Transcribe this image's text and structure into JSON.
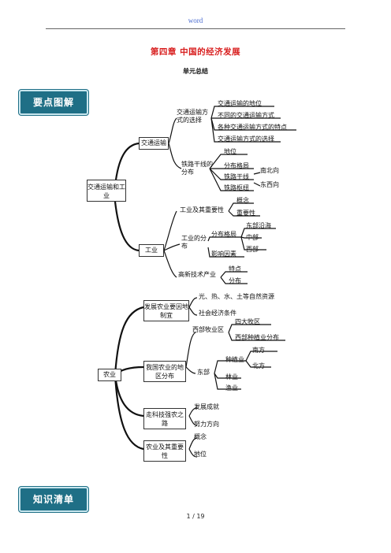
{
  "header": {
    "text": "word"
  },
  "title": "第四章 中国的经济发展",
  "subtitle": "单元总结",
  "section1": "要点图解",
  "section2": "知识清单",
  "map1": {
    "root": "交通运输和工业",
    "transport": "交通运输",
    "choice": "交通运输方式的选择",
    "choice_items": [
      "交通运输的地位",
      "不同的交通运输方式",
      "各种交通运输方式的特点",
      "交通运输方式的选择"
    ],
    "rail": "铁路干线的分布",
    "rail_pos": "地位",
    "rail_layout": "分布格局",
    "rail_lines": "铁路干线",
    "rail_hub": "铁路枢纽",
    "ns": "南北向",
    "ew": "东西向",
    "industry": "工业",
    "ind_importance": "工业及其重要性",
    "ind_concept": "概念",
    "ind_significance": "重要性",
    "ind_dist": "工业的分布",
    "ind_layout": "分布格局",
    "ind_east": "东部沿海",
    "ind_mid": "中部",
    "ind_west": "西部",
    "ind_factors": "影响因素",
    "hitech": "高新技术产业",
    "hitech_features": "特点",
    "hitech_dist": "分布"
  },
  "map2": {
    "root": "农业",
    "adapt": "发展农业要因地制宜",
    "nature": "光、热、水、土等自然资源",
    "social": "社会经济条件",
    "region": "我国农业的地区分布",
    "west_pastoral": "西部牧业区",
    "four_pastures": "四大牧区",
    "west_crop": "西部种植业分布",
    "east": "东部",
    "crop": "种植业",
    "south": "南方",
    "north": "北方",
    "forestry": "林业",
    "fishery": "渔业",
    "tech": "走科技强农之路",
    "achieve": "发展成就",
    "direction": "努力方向",
    "importance": "农业及其重要性",
    "concept": "概念",
    "position": "地位"
  },
  "footer": {
    "page": "1 / 19"
  }
}
